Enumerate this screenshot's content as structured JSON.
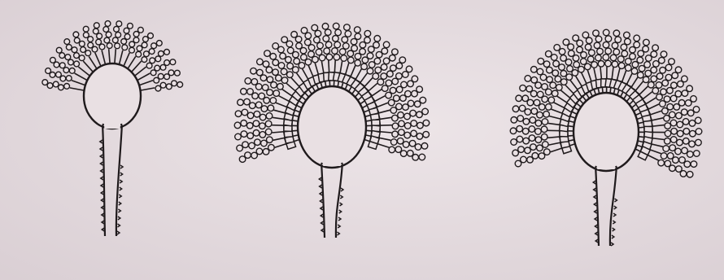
{
  "colors": {
    "paper": "#e9e0e3",
    "paper_shade": "#d9ced3",
    "ink": "#1f1a1c"
  },
  "figures": [
    {
      "name": "figure-1",
      "type": "uniseriate"
    },
    {
      "name": "figure-2",
      "type": "biseriate"
    },
    {
      "name": "figure-3",
      "type": "biseriate"
    }
  ]
}
